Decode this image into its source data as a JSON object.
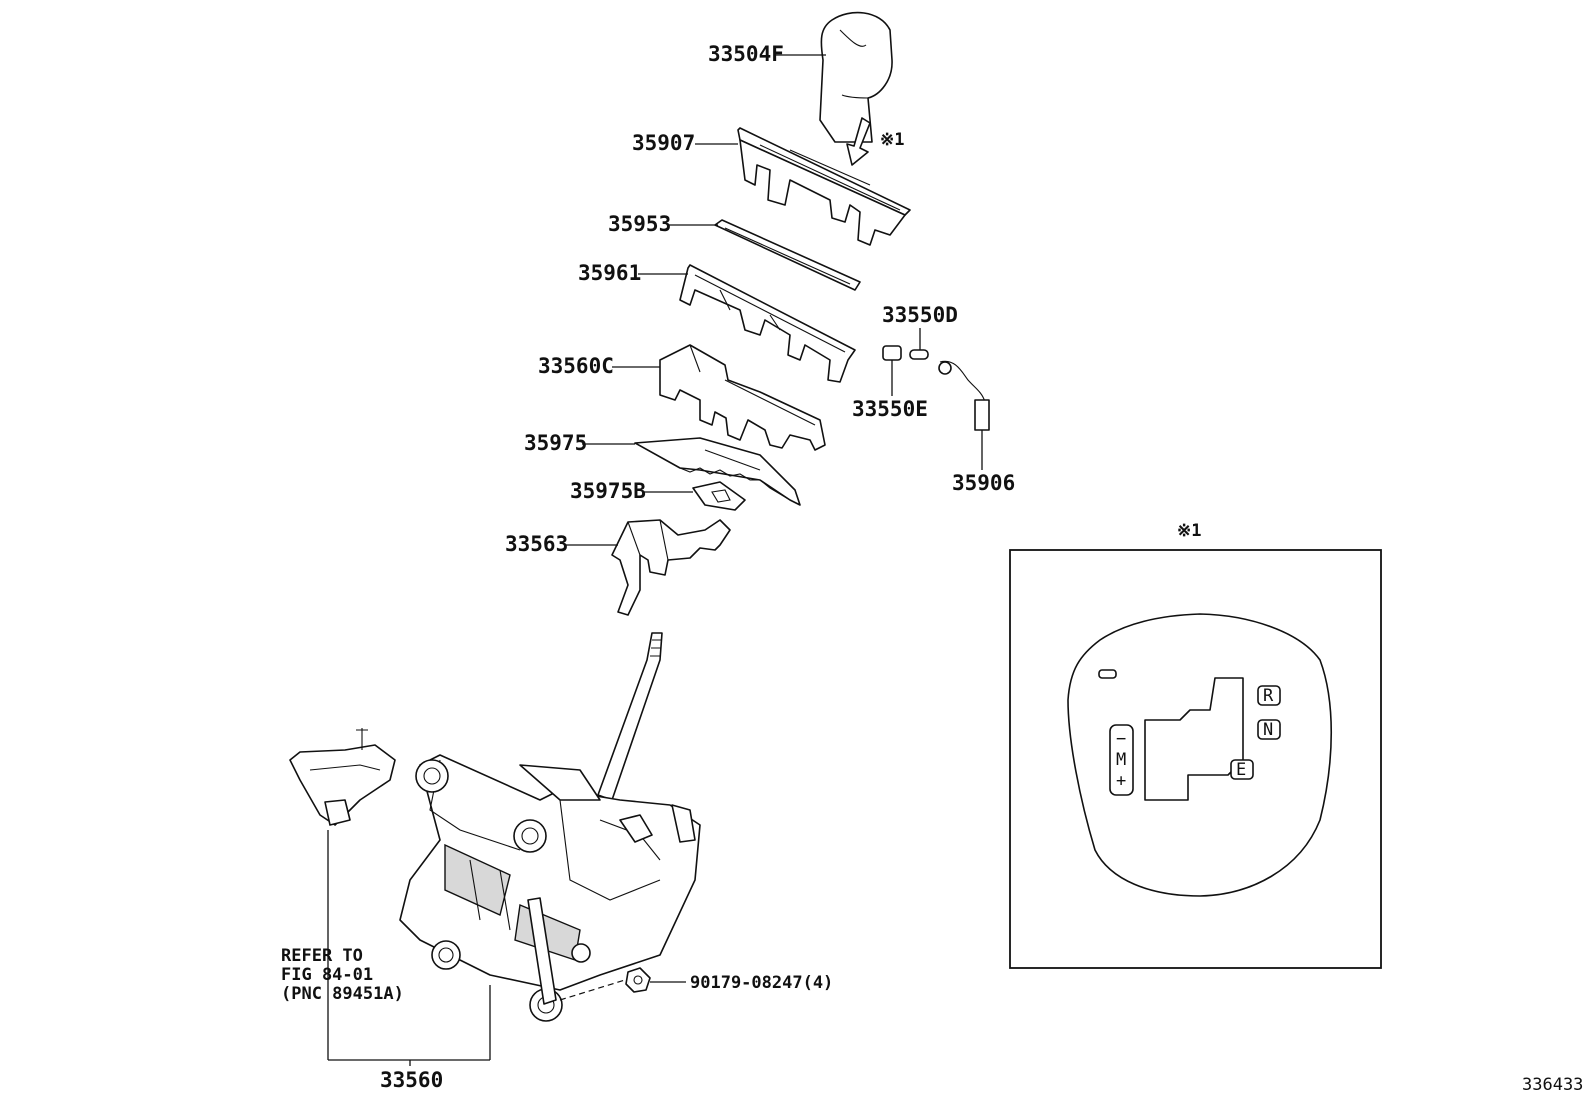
{
  "figure_id": "336433",
  "callouts": [
    {
      "id": "shift-knob",
      "text": "33504F"
    },
    {
      "id": "position-indicator-housing",
      "text": "35907"
    },
    {
      "id": "indicator-plate",
      "text": "35953"
    },
    {
      "id": "indicator-bracket",
      "text": "35961"
    },
    {
      "id": "shift-lock-cover",
      "text": "33560C"
    },
    {
      "id": "slide-cover",
      "text": "35975"
    },
    {
      "id": "slide-cover-sub",
      "text": "35975B"
    },
    {
      "id": "shift-lever-bracket",
      "text": "33563"
    },
    {
      "id": "bulb-socket",
      "text": "33550D"
    },
    {
      "id": "bulb",
      "text": "33550E"
    },
    {
      "id": "wire-harness",
      "text": "35906"
    },
    {
      "id": "shift-lever-assembly",
      "text": "33560"
    },
    {
      "id": "nut",
      "text": "90179-08247(4)"
    }
  ],
  "reference_note": [
    "REFER TO",
    "FIG 84-01",
    "(PNC 89451A)"
  ],
  "inset": {
    "mark": "※1",
    "gate_labels": [
      "R",
      "N",
      "E"
    ],
    "manual_labels": [
      "−",
      "M",
      "+"
    ]
  },
  "arrow_mark": "※1"
}
